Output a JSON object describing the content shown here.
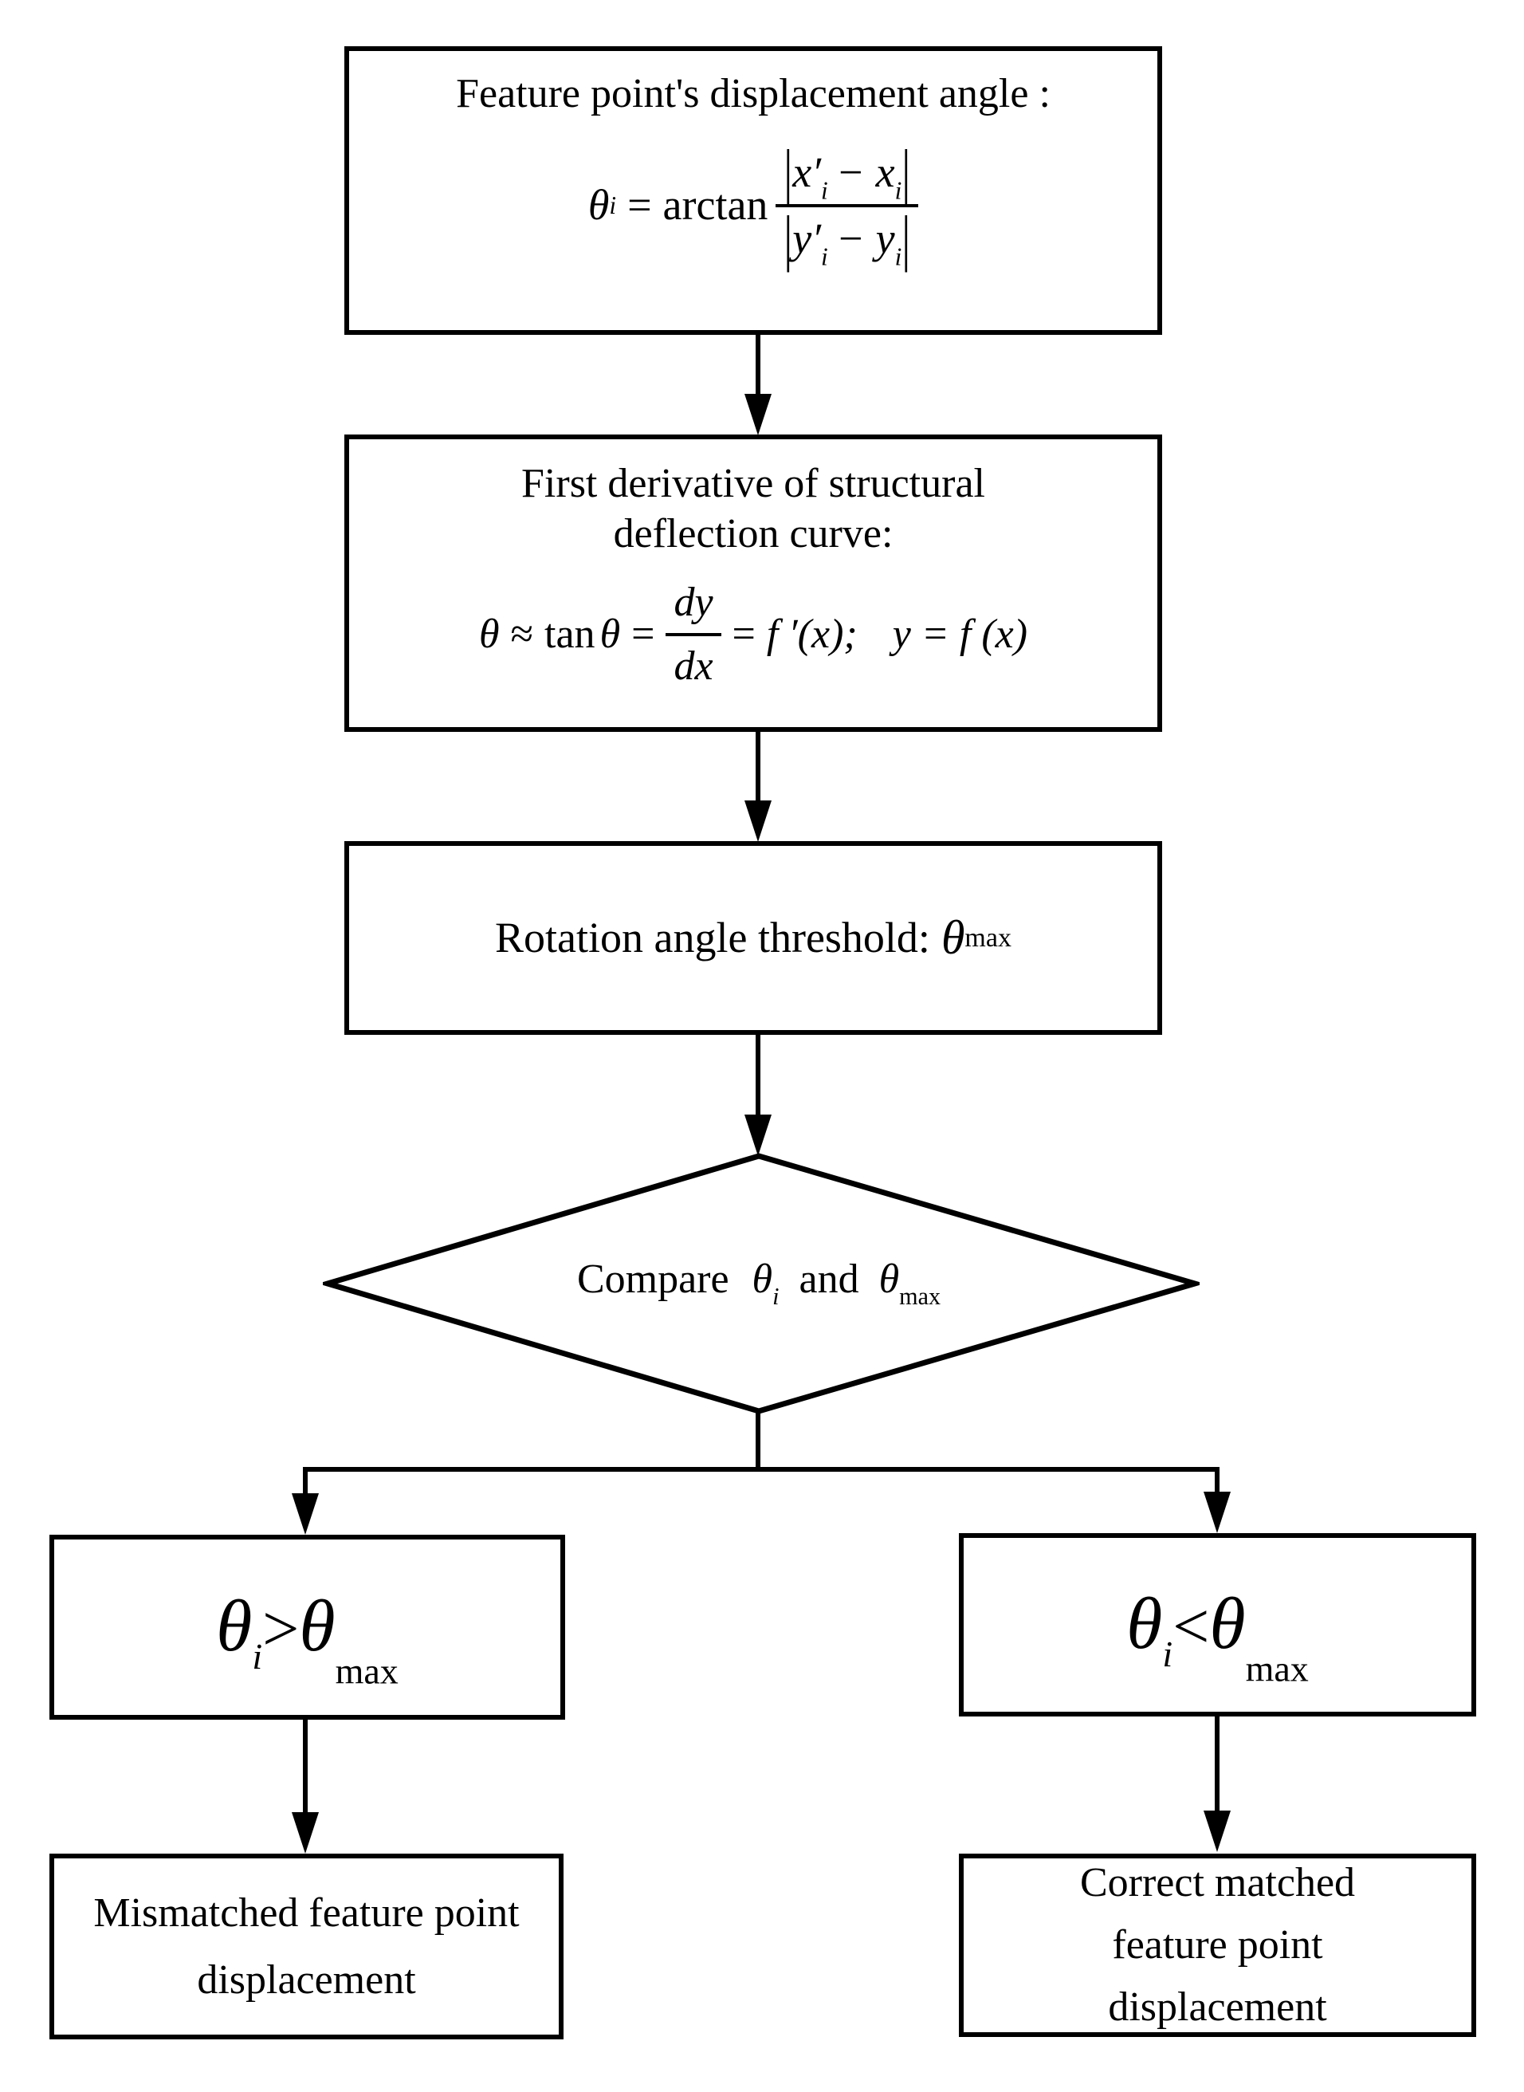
{
  "colors": {
    "stroke": "#000000",
    "background": "#ffffff"
  },
  "flowchart": {
    "box1": {
      "title": "Feature point's displacement angle :",
      "theta": "θ",
      "theta_sub": "i",
      "eq": "=",
      "fn": "arctan",
      "bar": "|",
      "num": {
        "a": "x′",
        "a_sub": "i",
        "b": "− x",
        "b_sub": "i"
      },
      "den": {
        "a": "y′",
        "a_sub": "i",
        "b": "− y",
        "b_sub": "i"
      }
    },
    "box2": {
      "title_line1": "First derivative of structural",
      "title_line2": "deflection curve:",
      "theta": "θ",
      "approx": "≈",
      "tan": "tan",
      "theta2": "θ",
      "eq1": "=",
      "frac_num": "dy",
      "frac_den": "dx",
      "eq2": "=",
      "rhs1": "f ′(x);",
      "rhs2": "y = f (x)"
    },
    "box3": {
      "label": "Rotation angle threshold:",
      "theta": "θ",
      "theta_sub": "max"
    },
    "decision": {
      "compare": "Compare",
      "theta_i": "θ",
      "sub_i": "i",
      "and": "and",
      "theta_max": "θ",
      "sub_max": "max"
    },
    "branch_left": {
      "theta_i": "θ",
      "sub_i": "i",
      "cmp": ">",
      "theta_max": "θ",
      "sub_max": "max"
    },
    "branch_right": {
      "theta_i": "θ",
      "sub_i": "i",
      "cmp": "<",
      "theta_max": "θ",
      "sub_max": "max"
    },
    "result_left": {
      "label": "Mismatched feature point displacement"
    },
    "result_right": {
      "label": "Correct matched feature point displacement"
    }
  }
}
